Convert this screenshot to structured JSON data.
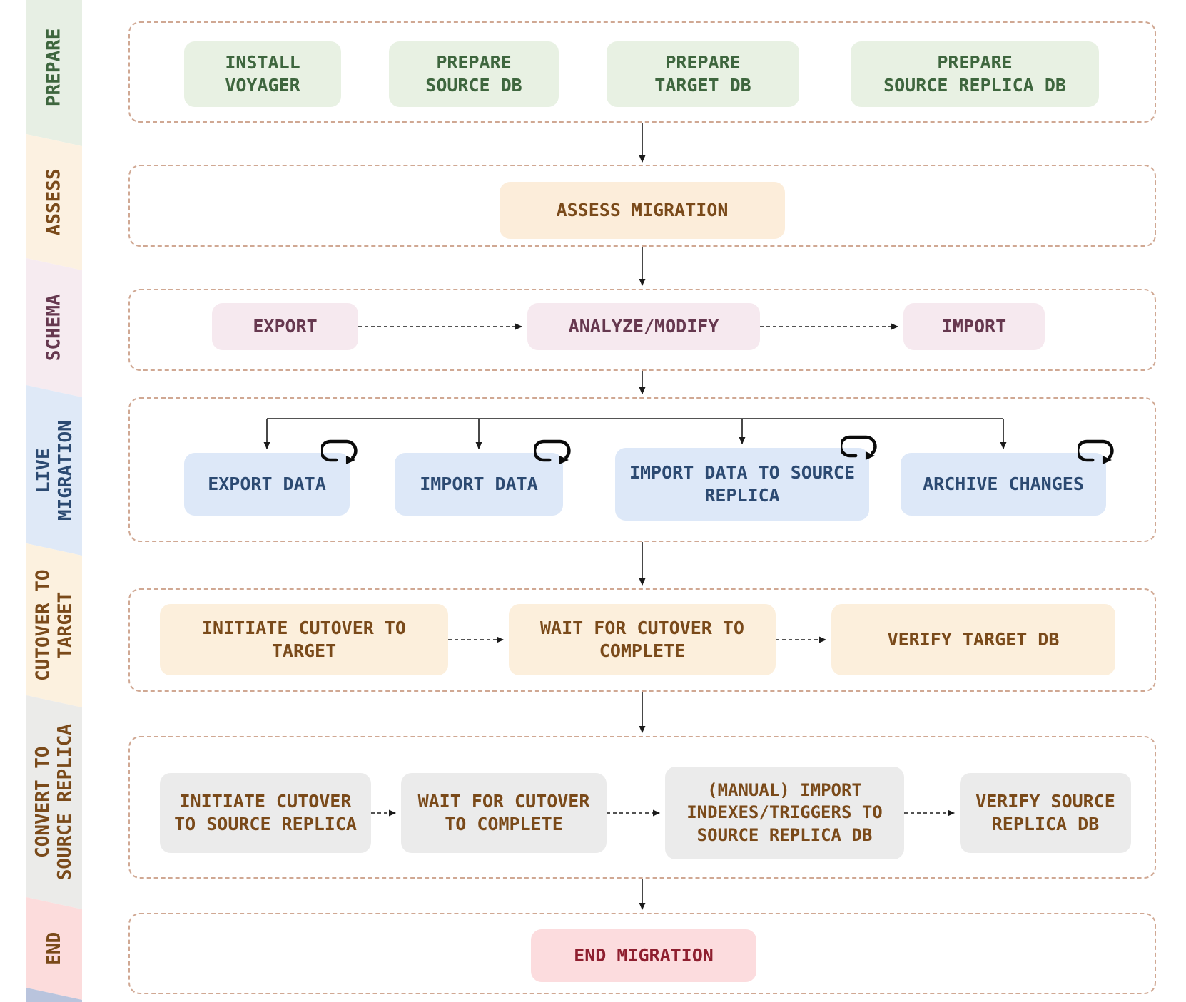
{
  "sidebar": {
    "bands": [
      {
        "id": "prepare",
        "lines": [
          "PREPARE"
        ],
        "bg": "#e7efe4",
        "text_color": "#3e663e"
      },
      {
        "id": "assess",
        "lines": [
          "ASSESS"
        ],
        "bg": "#fcf1e1",
        "text_color": "#7a4a1a"
      },
      {
        "id": "schema",
        "lines": [
          "SCHEMA"
        ],
        "bg": "#f6ebf0",
        "text_color": "#66384f"
      },
      {
        "id": "live-migration",
        "lines": [
          "LIVE",
          "MIGRATION"
        ],
        "bg": "#dfe9f7",
        "text_color": "#2c4a72"
      },
      {
        "id": "cutover-to-target",
        "lines": [
          "CUTOVER TO",
          "TARGET"
        ],
        "bg": "#fcf1df",
        "text_color": "#7a4a1a"
      },
      {
        "id": "convert-to-source-replica",
        "lines": [
          "CONVERT TO",
          "SOURCE REPLICA"
        ],
        "bg": "#ebebe9",
        "text_color": "#7a4a1a"
      },
      {
        "id": "end",
        "lines": [
          "END"
        ],
        "bg": "#fcdcdc",
        "text_color": "#7a4a1a"
      },
      {
        "id": "next-partial",
        "lines": [],
        "bg": "#b9c4dd",
        "text_color": "#2c4a72"
      }
    ]
  },
  "rows": [
    {
      "phase": "prepare",
      "box_bg": "#e8f1e3",
      "box_text": "#3e663e",
      "boxes": [
        {
          "id": "install-voyager",
          "lines": [
            "INSTALL",
            "VOYAGER"
          ]
        },
        {
          "id": "prepare-source-db",
          "lines": [
            "PREPARE",
            "SOURCE DB"
          ]
        },
        {
          "id": "prepare-target-db",
          "lines": [
            "PREPARE",
            "TARGET DB"
          ]
        },
        {
          "id": "prepare-source-replica-db",
          "lines": [
            "PREPARE",
            "SOURCE REPLICA DB"
          ]
        }
      ]
    },
    {
      "phase": "assess",
      "box_bg": "#fcedda",
      "box_text": "#7a4a1a",
      "boxes": [
        {
          "id": "assess-migration",
          "lines": [
            "ASSESS MIGRATION"
          ]
        }
      ]
    },
    {
      "phase": "schema",
      "box_bg": "#f6e9ef",
      "box_text": "#66384f",
      "boxes": [
        {
          "id": "export-schema",
          "lines": [
            "EXPORT"
          ]
        },
        {
          "id": "analyze-modify-schema",
          "lines": [
            "ANALYZE/MODIFY"
          ]
        },
        {
          "id": "import-schema",
          "lines": [
            "IMPORT"
          ]
        }
      ]
    },
    {
      "phase": "live-migration",
      "box_bg": "#dde8f8",
      "box_text": "#2c4a72",
      "loop_icon": "loop-repeat-icon",
      "boxes": [
        {
          "id": "export-data",
          "lines": [
            "EXPORT DATA"
          ]
        },
        {
          "id": "import-data",
          "lines": [
            "IMPORT DATA"
          ]
        },
        {
          "id": "import-data-to-source-replica",
          "lines": [
            "IMPORT DATA TO SOURCE",
            "REPLICA"
          ]
        },
        {
          "id": "archive-changes",
          "lines": [
            "ARCHIVE CHANGES"
          ]
        }
      ]
    },
    {
      "phase": "cutover-to-target",
      "box_bg": "#fcefdc",
      "box_text": "#7a4a1a",
      "boxes": [
        {
          "id": "initiate-cutover-to-target",
          "lines": [
            "INITIATE CUTOVER TO",
            "TARGET"
          ]
        },
        {
          "id": "wait-for-cutover-to-complete",
          "lines": [
            "WAIT FOR CUTOVER TO",
            "COMPLETE"
          ]
        },
        {
          "id": "verify-target-db",
          "lines": [
            "VERIFY TARGET DB"
          ]
        }
      ]
    },
    {
      "phase": "convert-to-source-replica",
      "box_bg": "#ebebeb",
      "box_text": "#7a4a1a",
      "boxes": [
        {
          "id": "initiate-cutover-to-source-replica",
          "lines": [
            "INITIATE CUTOVER",
            "TO SOURCE REPLICA"
          ]
        },
        {
          "id": "wait-for-cutover-to-complete-2",
          "lines": [
            "WAIT FOR CUTOVER",
            "TO COMPLETE"
          ]
        },
        {
          "id": "manual-import-indexes-triggers",
          "lines": [
            "(MANUAL) IMPORT",
            "INDEXES/TRIGGERS TO",
            "SOURCE REPLICA DB"
          ]
        },
        {
          "id": "verify-source-replica-db",
          "lines": [
            "VERIFY SOURCE",
            "REPLICA DB"
          ]
        }
      ]
    },
    {
      "phase": "end",
      "box_bg": "#fcdcde",
      "box_text": "#8e1f2f",
      "boxes": [
        {
          "id": "end-migration",
          "lines": [
            "END MIGRATION"
          ]
        }
      ]
    }
  ],
  "colors": {
    "row_container_border": "#d0a893",
    "connector_arrow": "#1a1a1a",
    "loop_icon": "#0b0b0b",
    "background": "#ffffff"
  }
}
